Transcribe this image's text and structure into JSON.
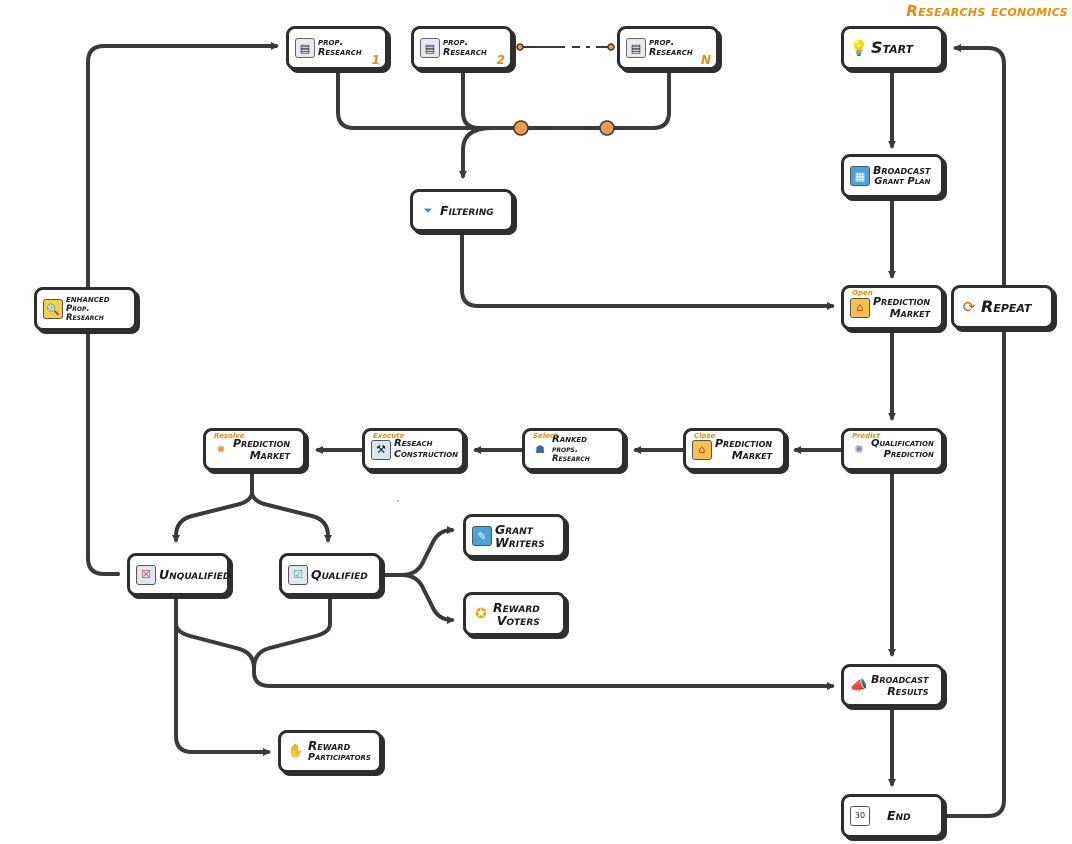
{
  "title": "Researchs economics",
  "nodes": {
    "prop1": {
      "label": "prop. Research",
      "num": "1",
      "icon": "laptop-document-icon"
    },
    "prop2": {
      "label": "prop. Research",
      "num": "2",
      "icon": "laptop-document-icon"
    },
    "propN": {
      "label": "prop. Research",
      "num": "N",
      "icon": "laptop-document-icon"
    },
    "filtering": {
      "label": "Filtering",
      "icon": "funnel-icon"
    },
    "start": {
      "label": "Start",
      "icon": "lightbulb-icon"
    },
    "broadcast_plan": {
      "l1": "Broadcast",
      "l2": "Grant Plan",
      "icon": "calendar-map-icon"
    },
    "open_market": {
      "tag": "Open",
      "l1": "Prediction",
      "l2": "Market",
      "icon": "store-icon"
    },
    "repeat": {
      "label": "Repeat",
      "icon": "loop-icon"
    },
    "enhanced": {
      "l1": "enhanced",
      "l2": "Prop. Research",
      "icon": "document-magnifier-icon"
    },
    "predict_qual": {
      "tag": "Predict",
      "l1": "Qualification",
      "l2": "Prediction",
      "icon": "crystal-ball-icon"
    },
    "close_market": {
      "tag": "Close",
      "l1": "Prediction",
      "l2": "Market",
      "icon": "closed-shop-icon"
    },
    "ranked": {
      "tag": "Select",
      "l1": "Ranked",
      "l2": "props. Research",
      "icon": "ranking-people-icon"
    },
    "execute": {
      "tag": "Execute",
      "l1": "Reseach",
      "l2": "Construction",
      "icon": "construction-icon"
    },
    "resolve": {
      "tag": "Resolve",
      "l1": "Prediction",
      "l2": "Market",
      "icon": "lightbulb-gear-icon"
    },
    "unqualified": {
      "label": "Unqualified",
      "icon": "checklist-cross-icon"
    },
    "qualified": {
      "label": "Qualified",
      "icon": "checklist-check-icon"
    },
    "grant_writers": {
      "l1": "Grant",
      "l2": "Writers",
      "icon": "writer-board-icon"
    },
    "reward_voters": {
      "l1": "Reward",
      "l2": "Voters",
      "icon": "medal-icon"
    },
    "broadcast_results": {
      "l1": "Broadcast",
      "l2": "Results",
      "icon": "megaphone-icon"
    },
    "reward_participators": {
      "l1": "Reward",
      "l2": "Participators",
      "icon": "hand-coin-icon"
    },
    "end": {
      "label": "End",
      "icon": "calendar-30-icon"
    }
  },
  "colors": {
    "stroke": "#3a3a3a",
    "accent": "#f08a00",
    "dot": "#f39a4a"
  }
}
